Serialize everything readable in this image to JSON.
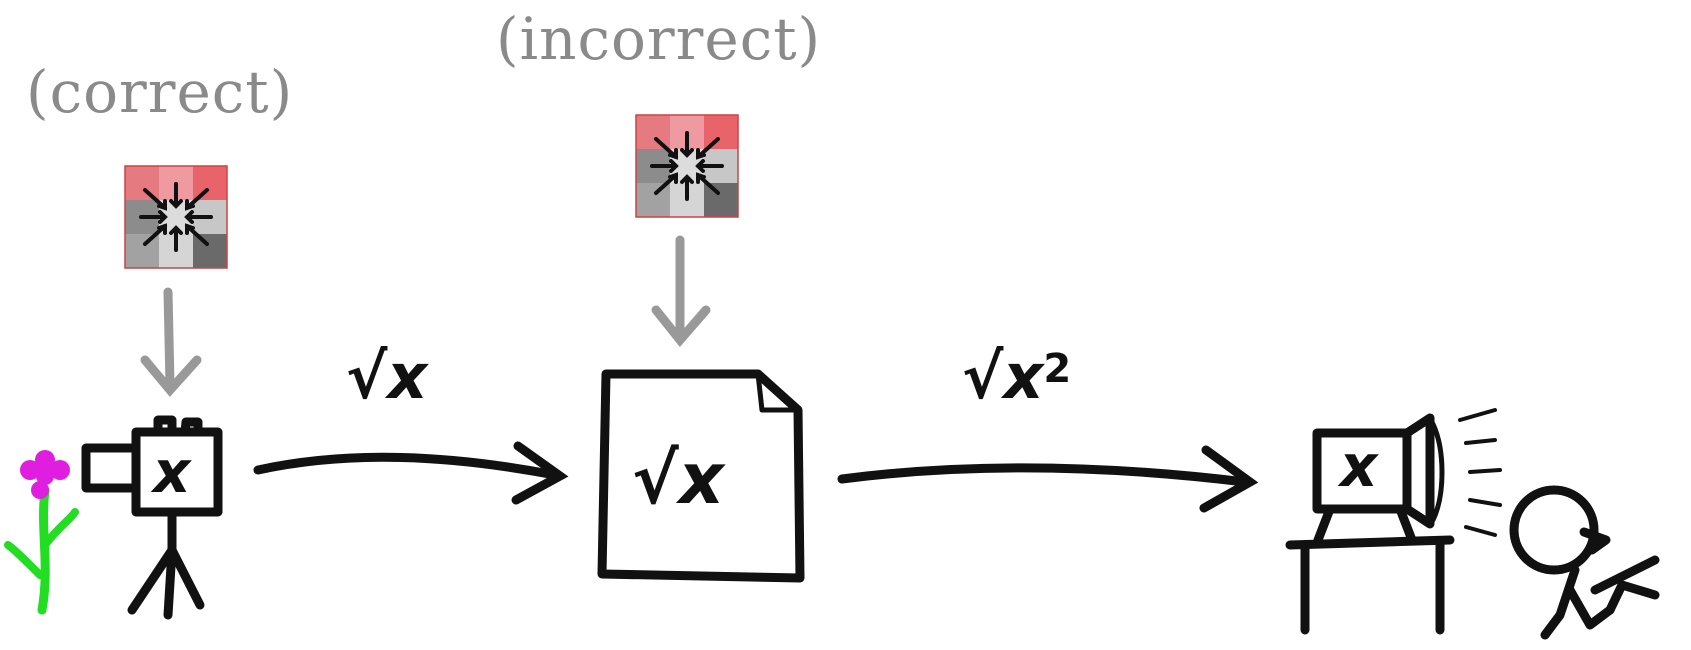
{
  "captions": {
    "correct": "(correct)",
    "incorrect": "(incorrect)"
  },
  "labels": {
    "encode": "√x",
    "decode_base": "√x",
    "decode_exp": "2",
    "file_content": "√x",
    "camera_content": "x",
    "monitor_content": "x"
  },
  "colors": {
    "caption_gray": "#8a8a8a",
    "arrow_gray": "#999999",
    "ink": "#111111",
    "flower_petals": "#e01ee0",
    "flower_stem": "#22dd22",
    "swatch_red": "#e8646a"
  },
  "icons": {
    "blend_left": "convergent-arrows-pixel-swatch-icon",
    "blend_mid": "convergent-arrows-pixel-swatch-icon",
    "camera": "camera-on-tripod-icon",
    "file": "document-file-icon",
    "monitor": "monitor-on-desk-icon",
    "viewer": "stick-figure-viewer-icon",
    "flower": "flower-icon"
  }
}
